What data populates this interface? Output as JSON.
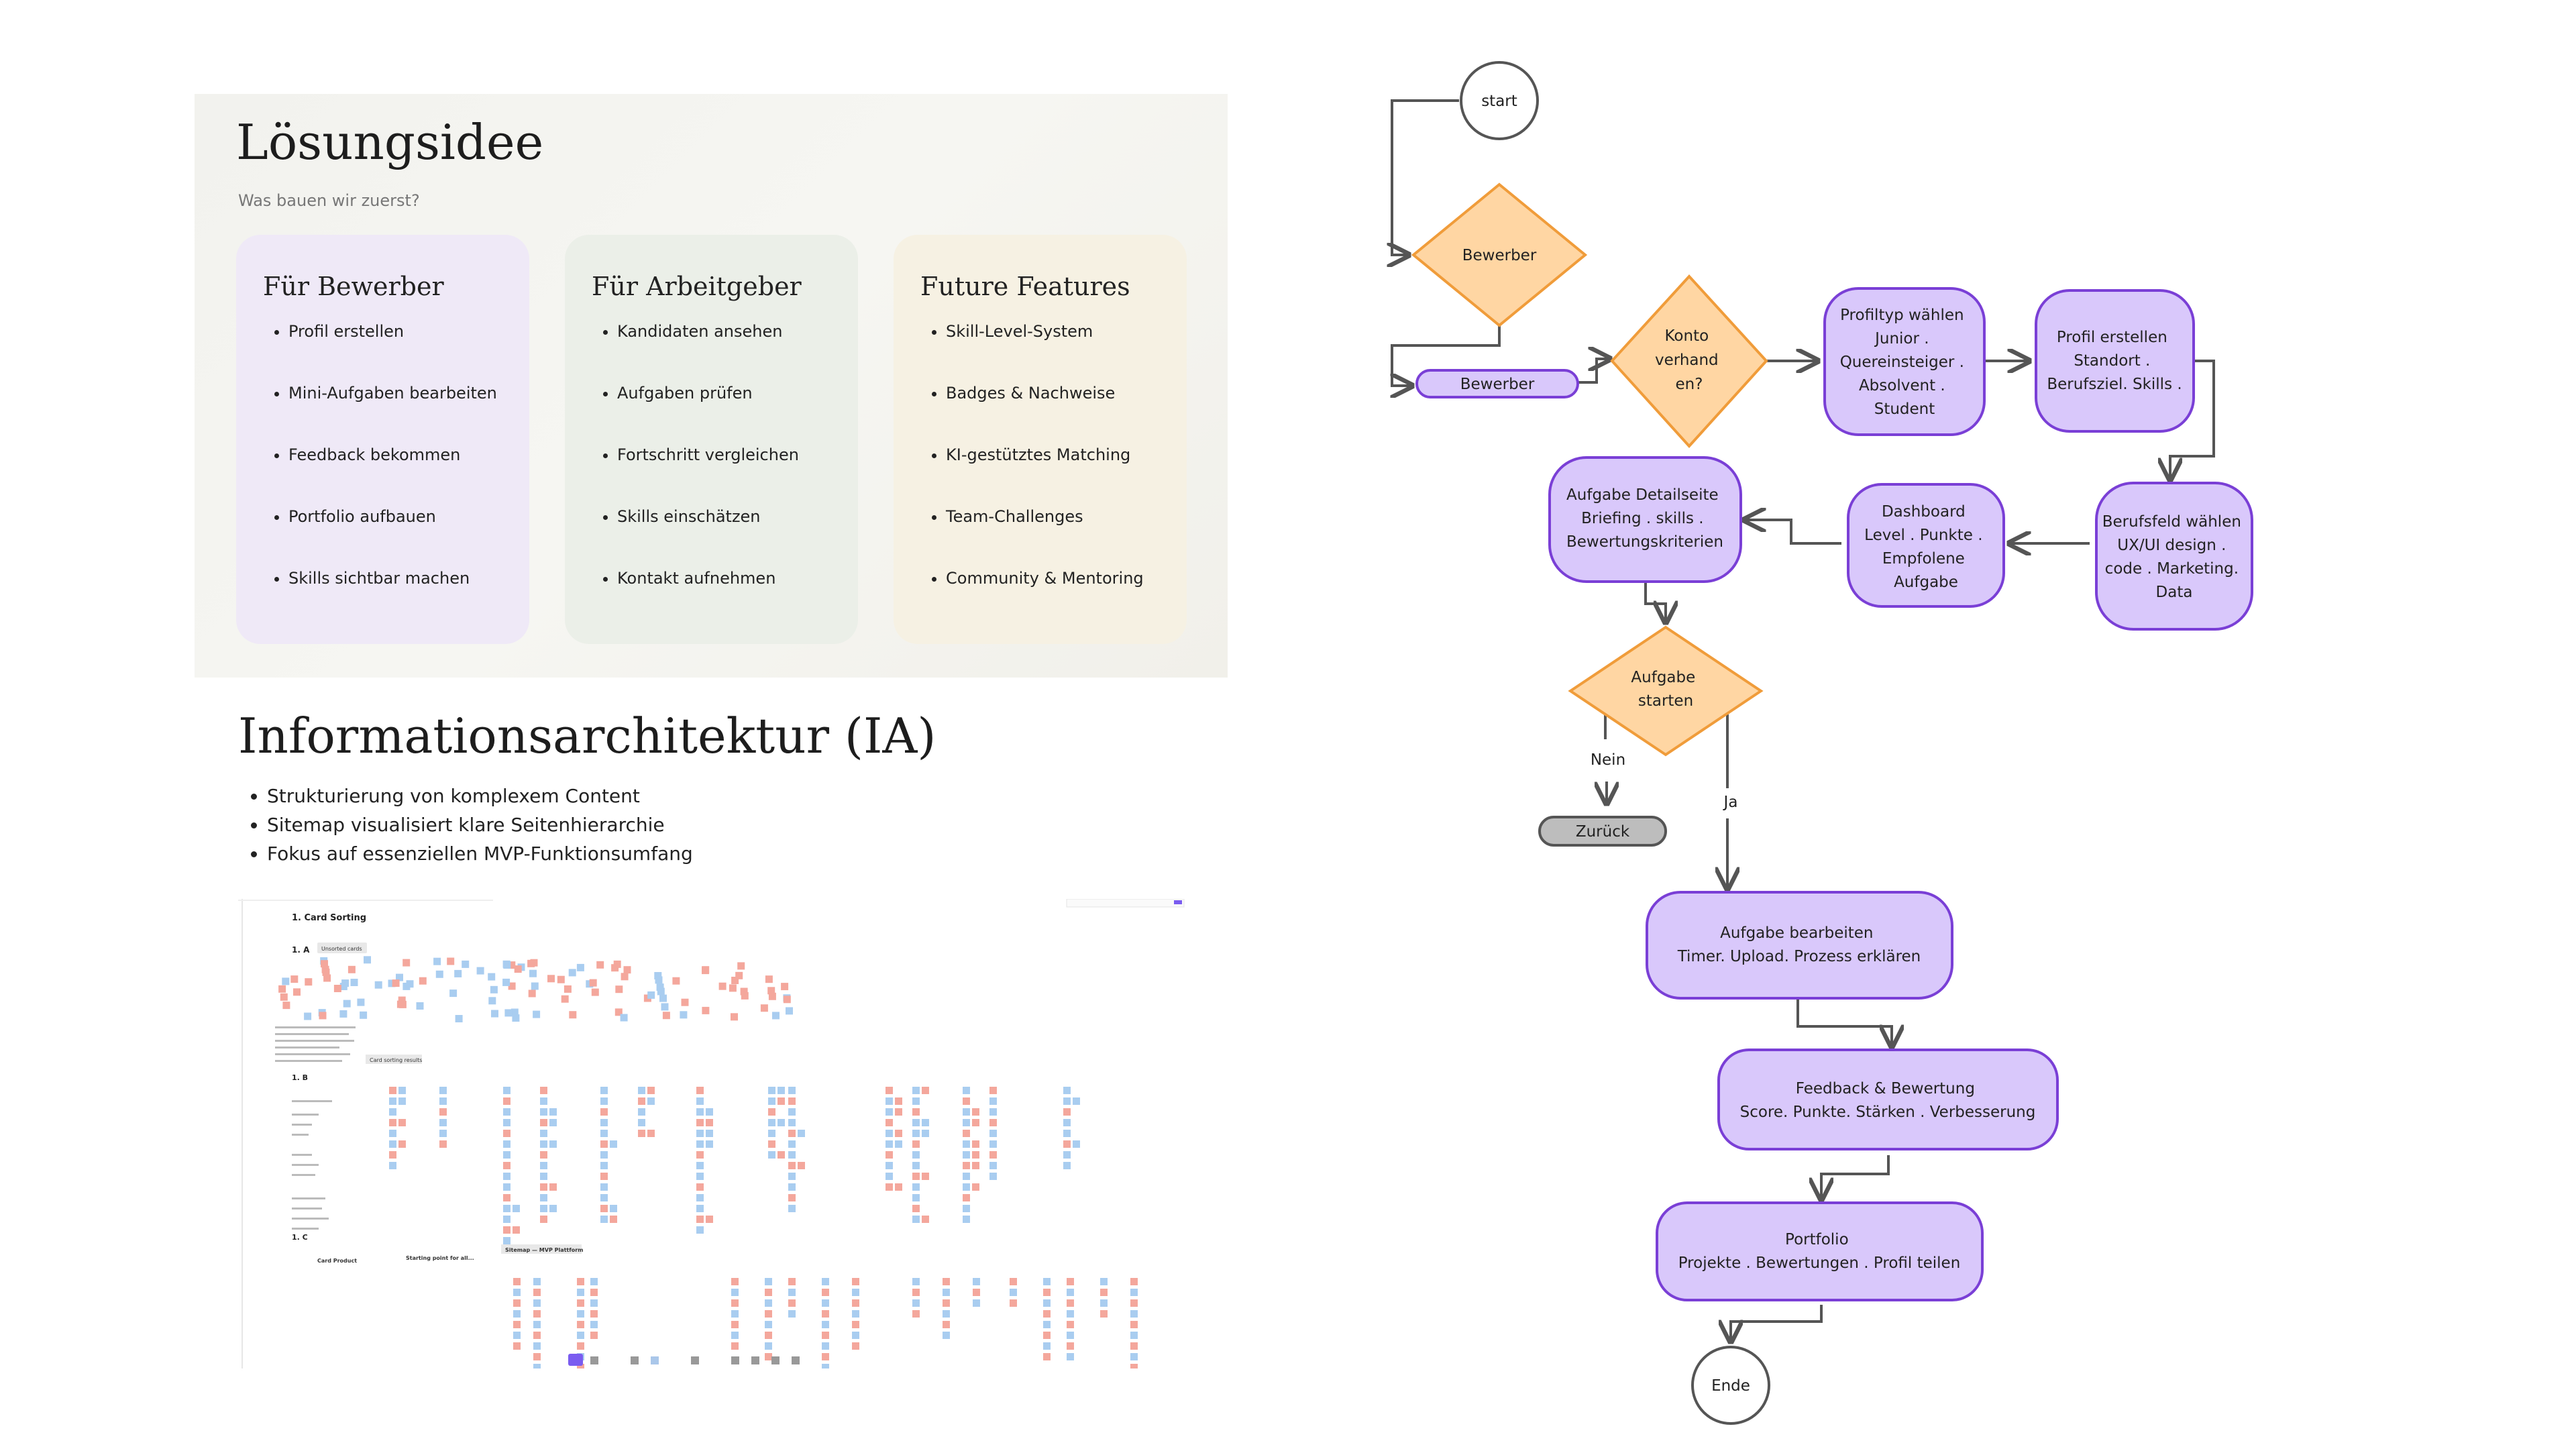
{
  "loesung": {
    "title": "Lösungsidee",
    "subtitle": "Was bauen wir zuerst?",
    "cards": [
      {
        "title": "Für Bewerber",
        "items": [
          "Profil erstellen",
          "Mini-Aufgaben bearbeiten",
          "Feedback bekommen",
          "Portfolio aufbauen",
          "Skills sichtbar machen"
        ]
      },
      {
        "title": "Für Arbeitgeber",
        "items": [
          "Kandidaten ansehen",
          "Aufgaben prüfen",
          "Fortschritt vergleichen",
          "Skills einschätzen",
          "Kontakt aufnehmen"
        ]
      },
      {
        "title": "Future Features",
        "items": [
          "Skill-Level-System",
          "Badges & Nachweise",
          "KI-gestütztes Matching",
          "Team-Challenges",
          "Community & Mentoring"
        ]
      }
    ]
  },
  "ia": {
    "title": "Informationsarchitektur (IA)",
    "bullets": [
      "Strukturierung von komplexem Content",
      "Sitemap visualisiert klare Seitenhierarchie",
      "Fokus auf essenziellen MVP-Funktionsumfang"
    ]
  },
  "board": {
    "section_1": "1. Card Sorting",
    "label_1a": "1. A",
    "unsorted": "Unsorted cards",
    "results": "Card sorting results",
    "label_1b": "1. B",
    "label_1c": "1. C",
    "card_product": "Card Product",
    "starting_point": "Starting point for all...",
    "sitemap": "Sitemap — MVP Plattform"
  },
  "flow": {
    "start": "start",
    "bewerber_diamond": "Bewerber",
    "bewerber_pill": "Bewerber",
    "konto": [
      "Konto",
      "verhand",
      "en?"
    ],
    "profiltyp": [
      "Profiltyp wählen",
      "Junior .",
      "Quereinsteiger .",
      "Absolvent .",
      "Student"
    ],
    "profil_erstellen": [
      "Profil erstellen",
      "Standort .",
      "Berufsziel. Skills ."
    ],
    "berufsfeld": [
      "Berufsfeld wählen",
      "UX/UI design .",
      "code . Marketing.",
      "Data"
    ],
    "dashboard": [
      "Dashboard",
      "Level . Punkte .",
      "Empfolene",
      "Aufgabe"
    ],
    "aufgabe_detail": [
      "Aufgabe Detailseite",
      "Briefing . skills .",
      "Bewertungskriterien"
    ],
    "aufgabe_starten": [
      "Aufgabe",
      "starten"
    ],
    "nein": "Nein",
    "ja": "Ja",
    "zurueck": "Zurück",
    "aufgabe_bearbeiten": [
      "Aufgabe bearbeiten",
      "Timer. Upload. Prozess erklären"
    ],
    "feedback": [
      "Feedback & Bewertung",
      "Score. Punkte. Stärken . Verbesserung"
    ],
    "portfolio": [
      "Portfolio",
      "Projekte . Bewertungen . Profil teilen"
    ],
    "ende": "Ende",
    "colors": {
      "node_fill": "#d9c8fb",
      "node_stroke": "#7a3fd6",
      "diamond_fill": "#ffd6a3",
      "diamond_stroke": "#f09c3a",
      "grey_fill": "#bdbdbd",
      "grey_stroke": "#555555",
      "line": "#555555"
    }
  }
}
